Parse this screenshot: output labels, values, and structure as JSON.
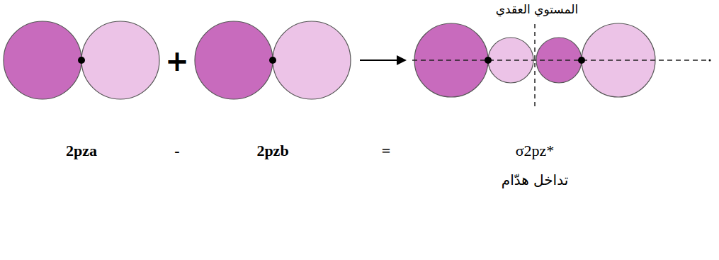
{
  "diagram": {
    "labels": [
      "المستوي العقدي",
      "+",
      "2pza",
      "-",
      "2pzb",
      "=",
      "σ2pz*",
      "تداخل هدّام"
    ]
  }
}
